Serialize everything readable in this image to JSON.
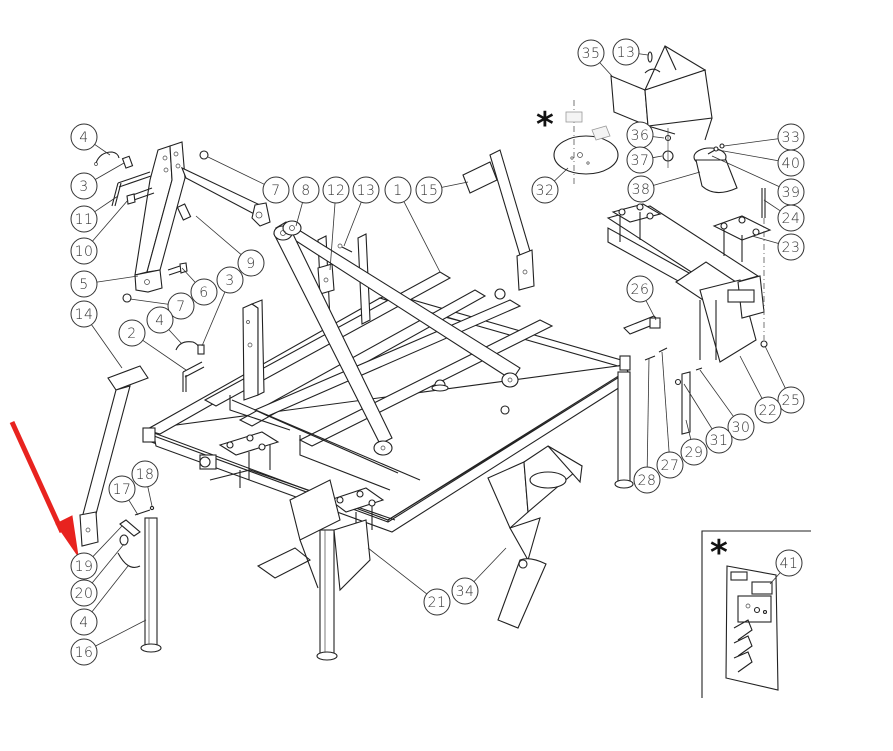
{
  "diagram": {
    "type": "exploded-parts-view",
    "subject": "three-point hitch implement frame with seed hopper",
    "highlight_arrow": {
      "color": "#e8231f",
      "points_to_part": "19"
    },
    "asterisk_symbol": "*",
    "callouts": [
      {
        "id": "c-4a",
        "label": "4"
      },
      {
        "id": "c-3a",
        "label": "3"
      },
      {
        "id": "c-11",
        "label": "11"
      },
      {
        "id": "c-10",
        "label": "10"
      },
      {
        "id": "c-5",
        "label": "5"
      },
      {
        "id": "c-7a",
        "label": "7"
      },
      {
        "id": "c-9",
        "label": "9"
      },
      {
        "id": "c-6",
        "label": "6"
      },
      {
        "id": "c-7b",
        "label": "7"
      },
      {
        "id": "c-3b",
        "label": "3"
      },
      {
        "id": "c-4b",
        "label": "4"
      },
      {
        "id": "c-2",
        "label": "2"
      },
      {
        "id": "c-14",
        "label": "14"
      },
      {
        "id": "c-8",
        "label": "8"
      },
      {
        "id": "c-12",
        "label": "12"
      },
      {
        "id": "c-13a",
        "label": "13"
      },
      {
        "id": "c-1",
        "label": "1"
      },
      {
        "id": "c-15",
        "label": "15"
      },
      {
        "id": "c-35",
        "label": "35"
      },
      {
        "id": "c-13b",
        "label": "13"
      },
      {
        "id": "c-32",
        "label": "32"
      },
      {
        "id": "c-36",
        "label": "36"
      },
      {
        "id": "c-37",
        "label": "37"
      },
      {
        "id": "c-38",
        "label": "38"
      },
      {
        "id": "c-33",
        "label": "33"
      },
      {
        "id": "c-40",
        "label": "40"
      },
      {
        "id": "c-39",
        "label": "39"
      },
      {
        "id": "c-24",
        "label": "24"
      },
      {
        "id": "c-23",
        "label": "23"
      },
      {
        "id": "c-26",
        "label": "26"
      },
      {
        "id": "c-25",
        "label": "25"
      },
      {
        "id": "c-22",
        "label": "22"
      },
      {
        "id": "c-30",
        "label": "30"
      },
      {
        "id": "c-31",
        "label": "31"
      },
      {
        "id": "c-29",
        "label": "29"
      },
      {
        "id": "c-27",
        "label": "27"
      },
      {
        "id": "c-28",
        "label": "28"
      },
      {
        "id": "c-17",
        "label": "17"
      },
      {
        "id": "c-18",
        "label": "18"
      },
      {
        "id": "c-19",
        "label": "19"
      },
      {
        "id": "c-20",
        "label": "20"
      },
      {
        "id": "c-4c",
        "label": "4"
      },
      {
        "id": "c-16",
        "label": "16"
      },
      {
        "id": "c-21",
        "label": "21"
      },
      {
        "id": "c-34",
        "label": "34"
      },
      {
        "id": "c-41",
        "label": "41"
      }
    ]
  }
}
